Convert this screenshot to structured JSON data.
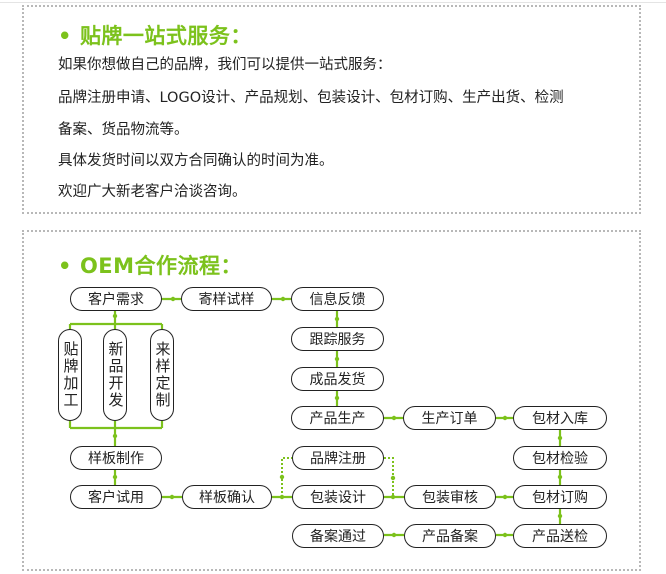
{
  "panel_one": {
    "heading": "贴牌一站式服务：",
    "bullet": "•",
    "lines": [
      "如果你想做自己的品牌，我们可以提供一站式服务：",
      "品牌注册申请、LOGO设计、产品规划、包装设计、包材订购、生产出货、检测",
      "备案、货品物流等。",
      "具体发货时间以双方合同确认的时间为准。",
      "欢迎广大新老客户洽谈咨询。"
    ]
  },
  "panel_two": {
    "heading": "OEM合作流程：",
    "bullet": "•"
  },
  "flow": {
    "accent_color": "#7cc21c",
    "nodes": {
      "customer_demand": "客户需求",
      "send_sample": "寄样试样",
      "feedback": "信息反馈",
      "tracking_service": "跟踪服务",
      "finished_shipping": "成品发货",
      "production": "产品生产",
      "production_order": "生产订单",
      "material_storage": "包材入库",
      "material_inspection": "包材检验",
      "material_order": "包材订购",
      "package_review": "包装审核",
      "package_design": "包装设计",
      "brand_registration": "品牌注册",
      "sample_making": "样板制作",
      "customer_trial": "客户试用",
      "sample_confirm": "样板确认",
      "record_passed": "备案通过",
      "product_record": "产品备案",
      "product_inspection": "产品送检"
    },
    "options": {
      "oem_label": "贴牌加工",
      "new_product": "新品开发",
      "custom_sample": "来样定制"
    }
  }
}
